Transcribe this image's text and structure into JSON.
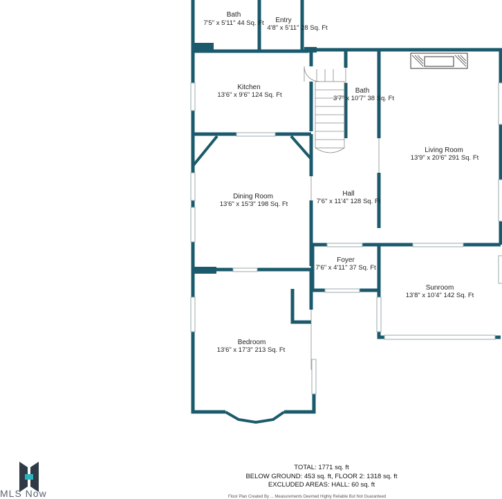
{
  "rooms": [
    {
      "id": "bath-upper",
      "name": "Bath",
      "dims": "7'5\" x 5'11\" 44 Sq. Ft"
    },
    {
      "id": "entry",
      "name": "Entry",
      "dims": "4'8\" x 5'11\" 28 Sq. Ft"
    },
    {
      "id": "kitchen",
      "name": "Kitchen",
      "dims": "13'6\" x 9'6\" 124 Sq. Ft"
    },
    {
      "id": "bath-mid",
      "name": "Bath",
      "dims": "3'7\" x 10'7\" 38 Sq. Ft"
    },
    {
      "id": "living-room",
      "name": "Living Room",
      "dims": "13'9\" x 20'6\" 291 Sq. Ft"
    },
    {
      "id": "dining-room",
      "name": "Dining Room",
      "dims": "13'6\" x 15'3\" 198 Sq. Ft"
    },
    {
      "id": "hall",
      "name": "Hall",
      "dims": "7'6\" x 11'4\" 128 Sq. Ft"
    },
    {
      "id": "foyer",
      "name": "Foyer",
      "dims": "7'6\" x 4'11\" 37 Sq. Ft"
    },
    {
      "id": "sunroom",
      "name": "Sunroom",
      "dims": "13'8\" x 10'4\" 142 Sq. Ft"
    },
    {
      "id": "bedroom",
      "name": "Bedroom",
      "dims": "13'6\" x 17'3\" 213 Sq. Ft"
    }
  ],
  "summary": {
    "total": "TOTAL: 1771 sq. ft",
    "line1": "BELOW GROUND: 453 sq. ft, FLOOR 2: 1318 sq. ft",
    "line2": "EXCLUDED AREAS: HALL: 60 sq. ft"
  },
  "disclaimer": "Floor Plan Created By ... Measurements Deemed Highly Reliable But Not Guaranteed",
  "logo": {
    "text": "MLS Now",
    "icon": "mls-now-logo"
  },
  "colors": {
    "wall": "#1a5a6c",
    "window": "#cfd8dc",
    "text": "#222222"
  }
}
